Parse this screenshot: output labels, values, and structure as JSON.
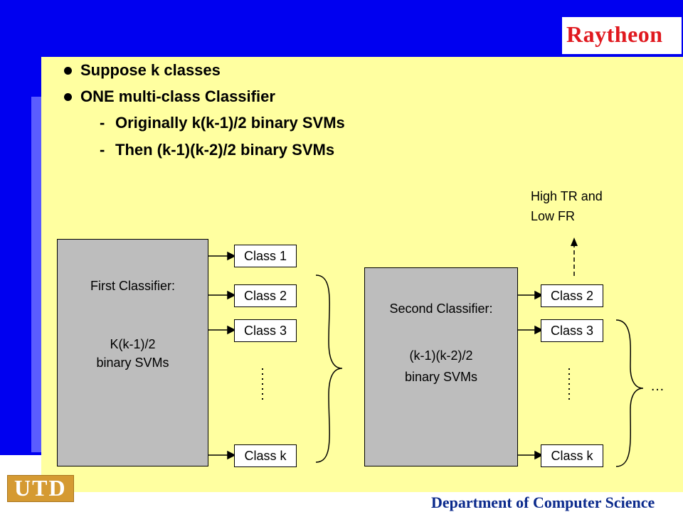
{
  "brand": {
    "logo": "Raytheon",
    "university": "UTD"
  },
  "footer": {
    "department": "Department of Computer Science"
  },
  "bullets": [
    {
      "text": "Suppose k classes"
    },
    {
      "text": "ONE multi-class Classifier"
    }
  ],
  "sub_bullets": [
    {
      "dash": "-",
      "text": "Originally k(k-1)/2 binary SVMs"
    },
    {
      "dash": "-",
      "text": "Then (k-1)(k-2)/2 binary SVMs"
    }
  ],
  "first_classifier": {
    "title": "First Classifier:",
    "count": "K(k-1)/2",
    "unit": "binary SVMs",
    "outputs": [
      "Class 1",
      "Class 2",
      "Class 3",
      "Class k"
    ]
  },
  "second_classifier": {
    "title": "Second Classifier:",
    "count": "(k-1)(k-2)/2",
    "unit": "binary SVMs",
    "outputs": [
      "Class 2",
      "Class 3",
      "Class k"
    ]
  },
  "result_note": {
    "line1": "High TR and",
    "line2": "Low FR"
  },
  "continuation": "…"
}
